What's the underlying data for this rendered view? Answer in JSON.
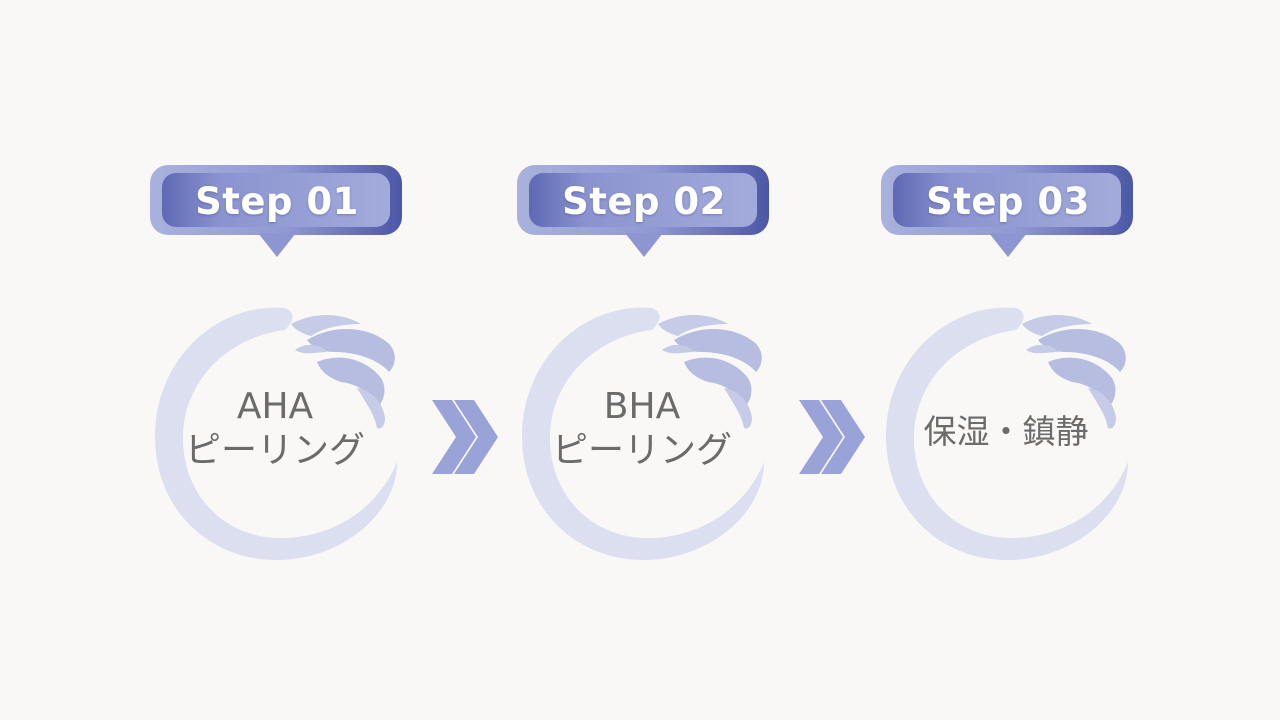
{
  "colors": {
    "background": "#f9f8f7",
    "badge_light": "#a7b0dc",
    "badge_dark": "#4f5aa8",
    "ring": "#dcdff0",
    "splash": "#b6bde0",
    "arrow": "#9aa3d8",
    "text": "#6b6b6b"
  },
  "steps": [
    {
      "badge": "Step 01",
      "line1": "AHA",
      "line2": "ピーリング"
    },
    {
      "badge": "Step 02",
      "line1": "BHA",
      "line2": "ピーリング"
    },
    {
      "badge": "Step 03",
      "text": "保湿・鎮静"
    }
  ],
  "arrows": [
    {
      "icon": "double-chevron-right-icon"
    },
    {
      "icon": "double-chevron-right-icon"
    }
  ]
}
